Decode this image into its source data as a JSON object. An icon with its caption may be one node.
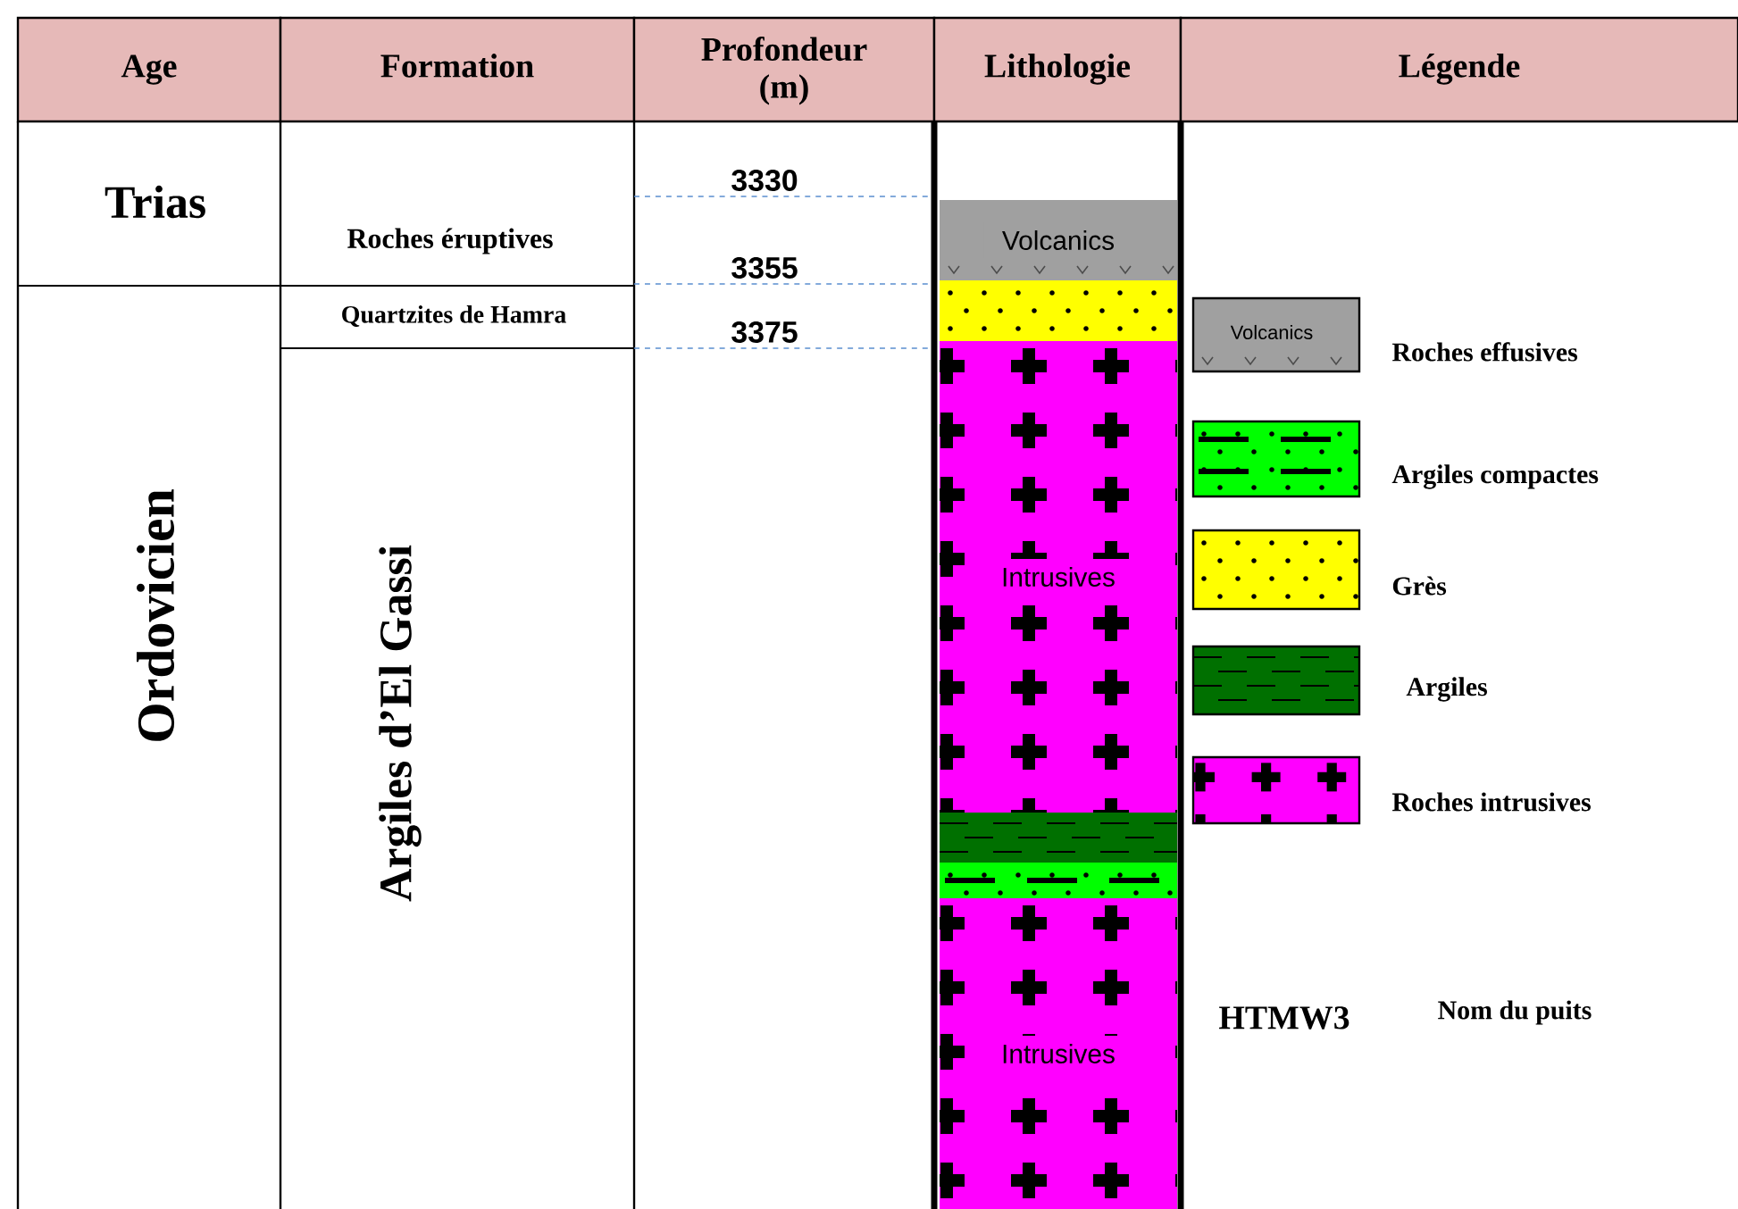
{
  "diagram": {
    "nodes": [
      {
        "text": [
          "Volcanics"
        ]
      },
      {
        "text": [],
        "shape": "box"
      },
      {
        "text": [
          "Intrusives"
        ]
      },
      {
        "text": [],
        "shape": "box"
      },
      {
        "text": [],
        "shape": "box"
      },
      {
        "text": [
          "Intrusives"
        ]
      }
    ],
    "labels": [
      "Age",
      "Formation",
      "Profondeur (m)",
      "Lithologie",
      "Légende",
      "Trias",
      "3330",
      "Roches éruptives",
      "3355",
      "Quartzites de Hamra",
      "3375",
      "Ordovicien",
      "Argiles d’El Gassi",
      "Volcanics",
      "HTMW3",
      "Nom du puits"
    ],
    "legend": [
      {
        "text": "Roches effusives",
        "color": "#a0a0a0"
      },
      {
        "text": "Argiles compactes",
        "color": "#00ff00"
      },
      {
        "text": "Grès",
        "color": "#ffff00"
      },
      {
        "text": "Argiles",
        "color": "#007000"
      },
      {
        "text": "Roches intrusives",
        "color": "#ff00ff"
      }
    ]
  }
}
